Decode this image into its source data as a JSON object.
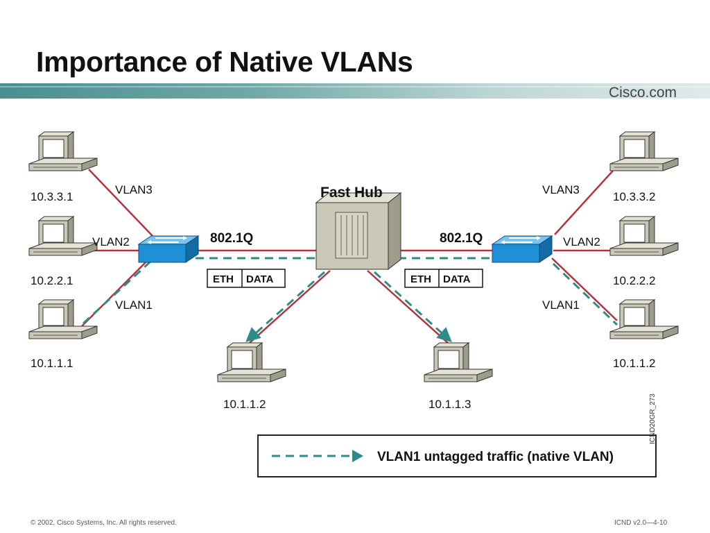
{
  "slide": {
    "title": "Importance of Native VLANs",
    "brand": "Cisco.com",
    "footer_left": "© 2002, Cisco Systems, Inc. All rights reserved.",
    "footer_right": "ICND v2.0—4-10",
    "figure_code": "ICND20GR_273"
  },
  "diagram": {
    "hub_label": "Fast Hub",
    "trunk_left": "802.1Q",
    "trunk_right": "802.1Q",
    "frame_left": {
      "eth": "ETH",
      "data": "DATA"
    },
    "frame_right": {
      "eth": "ETH",
      "data": "DATA"
    },
    "left_hosts": [
      {
        "ip": "10.3.3.1",
        "vlan": "VLAN3"
      },
      {
        "ip": "10.2.2.1",
        "vlan": "VLAN2"
      },
      {
        "ip": "10.1.1.1",
        "vlan": "VLAN1"
      }
    ],
    "right_hosts": [
      {
        "ip": "10.3.3.2",
        "vlan": "VLAN3"
      },
      {
        "ip": "10.2.2.2",
        "vlan": "VLAN2"
      },
      {
        "ip": "10.1.1.2",
        "vlan": "VLAN1"
      }
    ],
    "hub_hosts": [
      {
        "ip": "10.1.1.2"
      },
      {
        "ip": "10.1.1.3"
      }
    ],
    "legend_text": "VLAN1 untagged traffic (native VLAN)",
    "colors": {
      "link": "#b5343c",
      "native_dashed": "#2e8b88",
      "switch": "#1f8fd6",
      "hub": "#c9c7b5",
      "pc": "#c9c7b5"
    }
  }
}
